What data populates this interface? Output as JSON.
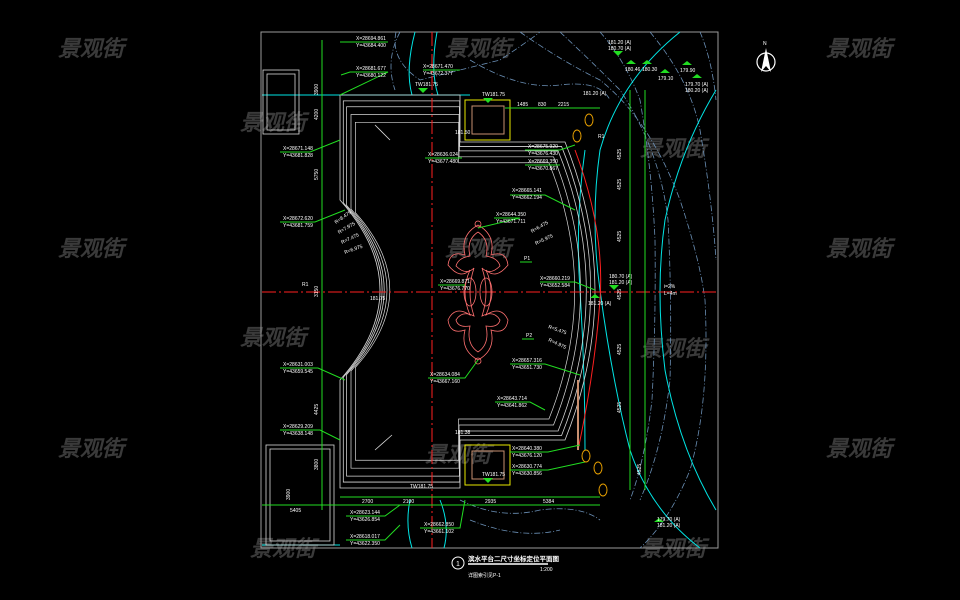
{
  "watermark": "景观街",
  "title": {
    "number": "1",
    "main": "滨水平台二尺寸坐标定位平面图",
    "scale": "1:200",
    "sub": "详图索引见P-1"
  },
  "north_arrow": {
    "label": "N"
  },
  "colors": {
    "background": "#000000",
    "green": "#22dd22",
    "cyan": "#00e5e5",
    "red": "#ff2020",
    "contour": "#6a8fb5"
  },
  "coords": [
    {
      "x": "X=28694.861",
      "y": "Y=43684.400"
    },
    {
      "x": "X=28681.677",
      "y": "Y=43680.122"
    },
    {
      "x": "X=28671.470",
      "y": "Y=43672.377"
    },
    {
      "x": "X=28671.148",
      "y": "Y=43681.828"
    },
    {
      "x": "X=28672.620",
      "y": "Y=43681.759"
    },
    {
      "x": "X=28636.024",
      "y": "Y=43677.480"
    },
    {
      "x": "X=28675.920",
      "y": "Y=43676.430"
    },
    {
      "x": "X=28669.350",
      "y": "Y=43670.867"
    },
    {
      "x": "X=28644.350",
      "y": "Y=43671.711"
    },
    {
      "x": "X=28665.141",
      "y": "Y=43662.194"
    },
    {
      "x": "X=28669.871",
      "y": "Y=43676.770"
    },
    {
      "x": "X=28660.219",
      "y": "Y=43652.584"
    },
    {
      "x": "X=28631.003",
      "y": "Y=43659.545"
    },
    {
      "x": "X=28657.316",
      "y": "Y=43651.730"
    },
    {
      "x": "X=28634.084",
      "y": "Y=43667.160"
    },
    {
      "x": "X=28643.714",
      "y": "Y=43641.862"
    },
    {
      "x": "X=28629.209",
      "y": "Y=43638.148"
    },
    {
      "x": "X=28640.380",
      "y": "Y=43676.120"
    },
    {
      "x": "X=28630.774",
      "y": "Y=43630.856"
    },
    {
      "x": "X=28623.144",
      "y": "Y=43626.854"
    },
    {
      "x": "X=28618.017",
      "y": "Y=43622.350"
    },
    {
      "x": "X=28662.850",
      "y": "Y=43661.102"
    }
  ],
  "elevations": [
    "TW181.75",
    "TW181.75",
    "TW181.75",
    "181.50",
    "181.75",
    "181.38",
    "TW181.75",
    "181.20 (A)",
    "180.70 (A)",
    "180.46",
    "180.30",
    "179.90",
    "179.10",
    "179.70 (A)",
    "180.20 (A)",
    "181.20 (A)",
    "180.70 (A)",
    "181.20 (A)",
    "181.20 (A)",
    "179.70 (A)",
    "181.20 (A)",
    "i=2%",
    "L=4m"
  ],
  "dims_left": [
    "3900",
    "4200",
    "5750",
    "3150",
    "4425",
    "3800",
    "3900"
  ],
  "dims_right": [
    "4525",
    "4525",
    "4525",
    "4525",
    "4525",
    "4525",
    "4525"
  ],
  "dims_bottom": [
    "5405",
    "2700",
    "2100",
    "2935",
    "5384"
  ],
  "dims_top": [
    "1485",
    "830",
    "2215"
  ],
  "step_labels": [
    "R=8.475",
    "R=7.975",
    "R=7.475",
    "R=6.975",
    "R=6.475",
    "R=5.975",
    "R=5.475",
    "R=4.975"
  ],
  "markers": [
    "P1",
    "P2",
    "R1",
    "R1"
  ]
}
